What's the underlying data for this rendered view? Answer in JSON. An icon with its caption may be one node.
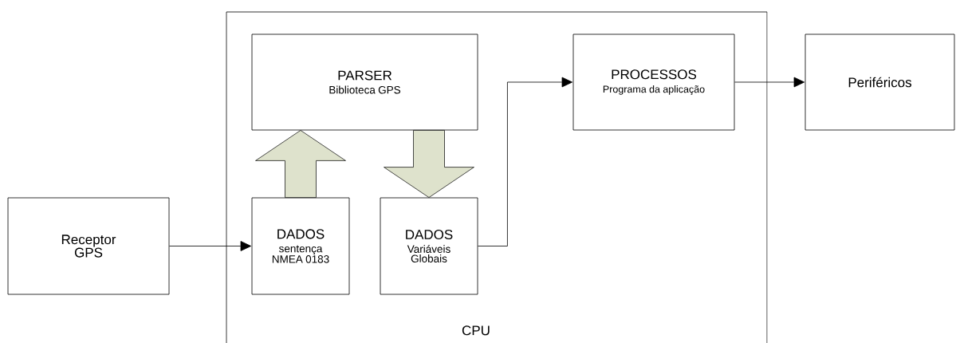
{
  "diagram": {
    "nodes": [
      {
        "text": [
          "CPU"
        ]
      },
      {
        "text": [
          "PARSER",
          "Biblioteca GPS"
        ],
        "in": 0
      },
      {
        "text": [
          "PROCESSOS",
          "Programa da aplicação"
        ],
        "in": 0
      },
      {
        "text": [
          "Periféricos"
        ]
      },
      {
        "text": [
          "Receptor GPS"
        ]
      },
      {
        "text": [
          "DADOS",
          "sentença NMEA 0183"
        ],
        "in": 0
      },
      {
        "text": [
          "DADOS",
          "Variáveis Globais"
        ],
        "in": 0
      }
    ],
    "edges": [
      {
        "from": 4,
        "to": 5,
        "arrow": "to"
      },
      {
        "from": 5,
        "to": 1,
        "arrow": "to",
        "style": "thick",
        "color": "#dee2cc"
      },
      {
        "from": 1,
        "to": 6,
        "arrow": "to",
        "style": "thick",
        "color": "#dee2cc"
      },
      {
        "from": 6,
        "to": 2,
        "arrow": "to"
      },
      {
        "from": 2,
        "to": 3,
        "arrow": "to"
      }
    ]
  }
}
